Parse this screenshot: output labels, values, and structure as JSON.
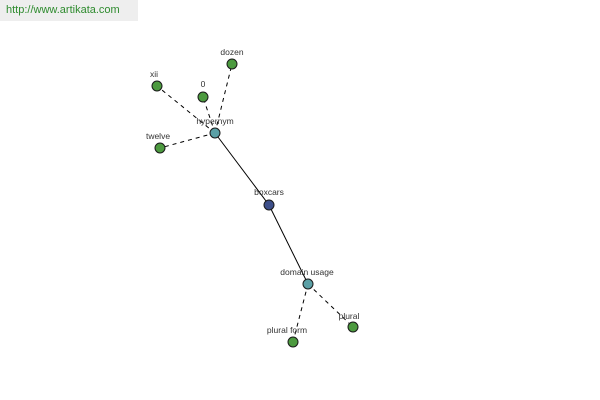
{
  "watermark": {
    "text": "http://www.artikata.com"
  },
  "colors": {
    "center": "#3d4f8a",
    "relation": "#5ba0a6",
    "leaf": "#4c9a3f",
    "watermark_text": "#2e8b2e",
    "watermark_bg": "#eeeeee"
  },
  "nodes": [
    {
      "id": "boxcars",
      "label": "boxcars",
      "kind": "center"
    },
    {
      "id": "hypernym",
      "label": "hypernym",
      "kind": "relation"
    },
    {
      "id": "domain_usage",
      "label": "domain usage",
      "kind": "relation"
    },
    {
      "id": "xii",
      "label": "xii",
      "kind": "leaf"
    },
    {
      "id": "zero",
      "label": "0",
      "kind": "leaf"
    },
    {
      "id": "dozen",
      "label": "dozen",
      "kind": "leaf"
    },
    {
      "id": "twelve",
      "label": "twelve",
      "kind": "leaf"
    },
    {
      "id": "plural_form",
      "label": "plural form",
      "kind": "leaf"
    },
    {
      "id": "plural",
      "label": "plural",
      "kind": "leaf"
    }
  ],
  "edges": [
    {
      "from": "boxcars",
      "to": "hypernym",
      "style": "solid"
    },
    {
      "from": "boxcars",
      "to": "domain_usage",
      "style": "solid"
    },
    {
      "from": "hypernym",
      "to": "xii",
      "style": "dashed"
    },
    {
      "from": "hypernym",
      "to": "zero",
      "style": "dashed"
    },
    {
      "from": "hypernym",
      "to": "dozen",
      "style": "dashed"
    },
    {
      "from": "hypernym",
      "to": "twelve",
      "style": "dashed"
    },
    {
      "from": "domain_usage",
      "to": "plural_form",
      "style": "dashed"
    },
    {
      "from": "domain_usage",
      "to": "plural",
      "style": "dashed"
    }
  ]
}
